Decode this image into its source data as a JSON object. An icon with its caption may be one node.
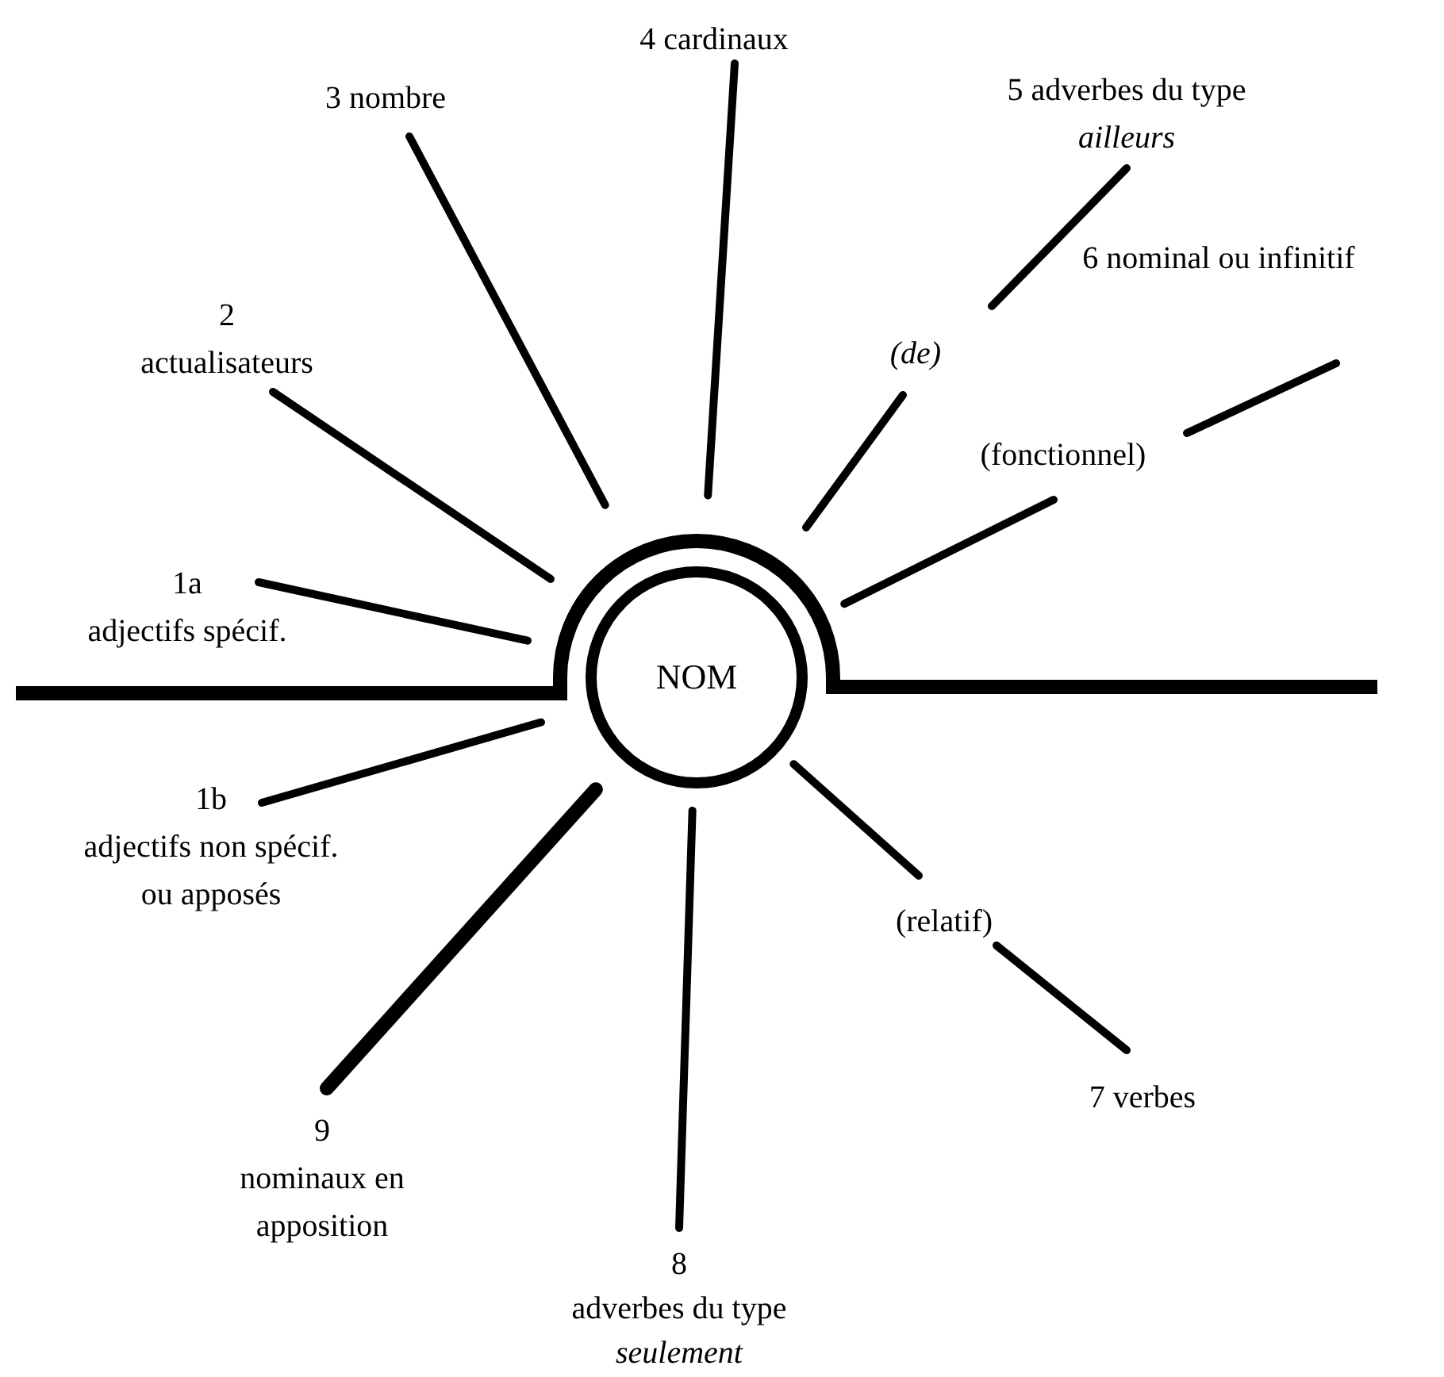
{
  "diagram": {
    "nodes": [
      {
        "text": [
          "NOM"
        ]
      },
      {
        "text": [
          "1a",
          "adjectifs spécif."
        ]
      },
      {
        "text": [
          "2",
          "actualisateurs"
        ]
      },
      {
        "text": [
          "3 nombre"
        ]
      },
      {
        "text": [
          "4 cardinaux"
        ]
      },
      {
        "text": [
          "5 adverbes du type",
          "ailleurs"
        ]
      },
      {
        "text": [
          "(de)"
        ]
      },
      {
        "text": [
          "6 nominal ou infinitif"
        ]
      },
      {
        "text": [
          "(fonctionnel)"
        ]
      },
      {
        "text": [
          "1b",
          "adjectifs non spécif. ou apposés"
        ]
      },
      {
        "text": [
          "9",
          "nominaux en apposition"
        ]
      },
      {
        "text": [
          "8",
          "adverbes du type",
          "seulement"
        ]
      },
      {
        "text": [
          "(relatif)"
        ]
      },
      {
        "text": [
          "7 verbes"
        ]
      }
    ],
    "edges": [
      {
        "from": 1,
        "to": 0,
        "arrow": "none"
      },
      {
        "from": 2,
        "to": 0,
        "arrow": "none"
      },
      {
        "from": 3,
        "to": 0,
        "arrow": "none"
      },
      {
        "from": 4,
        "to": 0,
        "arrow": "none"
      },
      {
        "from": 5,
        "to": 6,
        "arrow": "none"
      },
      {
        "from": 6,
        "to": 0,
        "arrow": "none"
      },
      {
        "from": 7,
        "to": 8,
        "arrow": "none"
      },
      {
        "from": 8,
        "to": 0,
        "arrow": "none"
      },
      {
        "from": 9,
        "to": 0,
        "arrow": "none"
      },
      {
        "from": 10,
        "to": 0,
        "arrow": "none",
        "style": "thick"
      },
      {
        "from": 11,
        "to": 0,
        "arrow": "none"
      },
      {
        "from": 13,
        "to": 12,
        "arrow": "none"
      },
      {
        "from": 12,
        "to": 0,
        "arrow": "none"
      }
    ]
  }
}
